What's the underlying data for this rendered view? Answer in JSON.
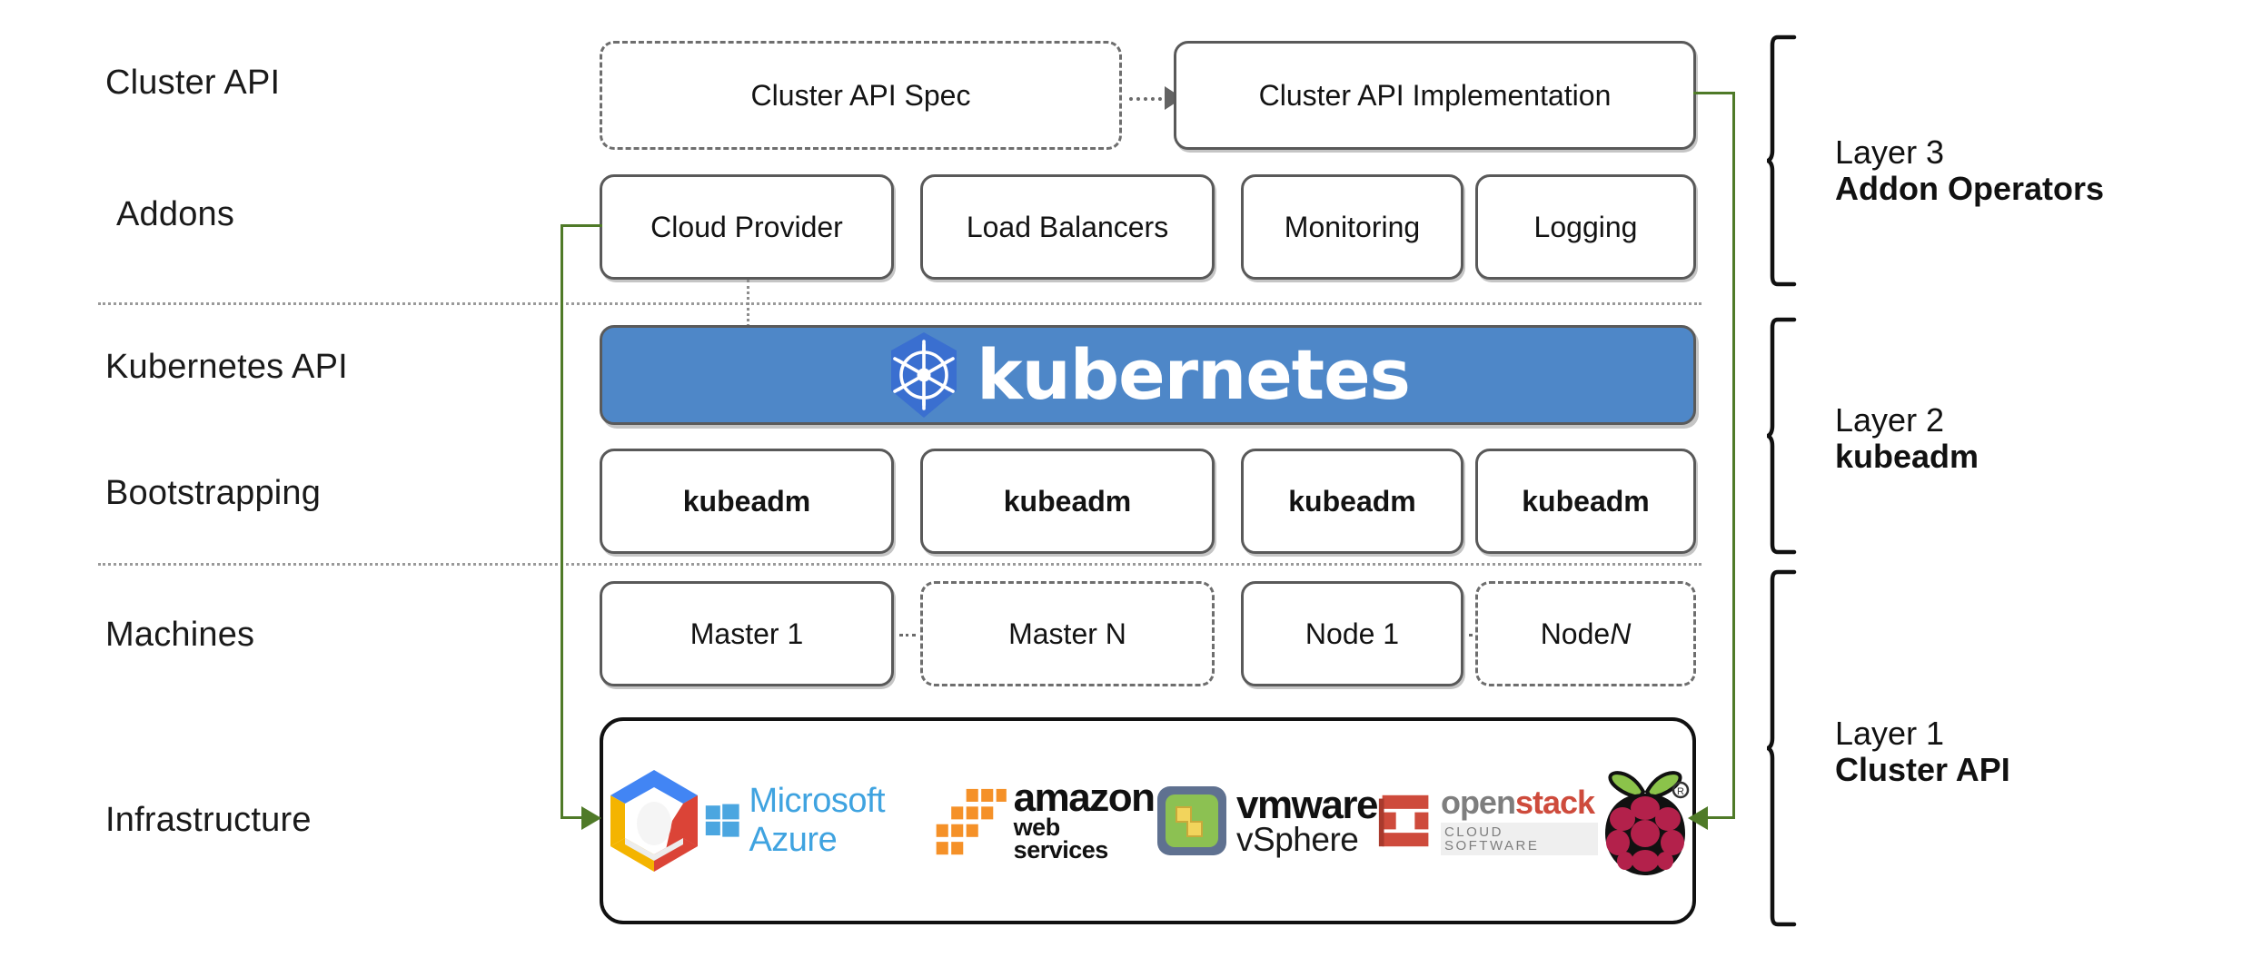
{
  "diagram": {
    "title": "Kubernetes Cluster API layered architecture",
    "accent_green": "#4f7a28",
    "k8s_blue": "#4E87C8",
    "k8s_logo_blue": "#3A6FD0"
  },
  "row_labels": [
    {
      "id": "cluster-api",
      "text": "Cluster API"
    },
    {
      "id": "addons",
      "text": "Addons"
    },
    {
      "id": "kubernetes-api",
      "text": "Kubernetes API"
    },
    {
      "id": "bootstrapping",
      "text": "Bootstrapping"
    },
    {
      "id": "machines",
      "text": "Machines"
    },
    {
      "id": "infrastructure",
      "text": "Infrastructure"
    }
  ],
  "cluster_api_row": {
    "spec": {
      "label": "Cluster API Spec",
      "border": "dashed"
    },
    "implementation": {
      "label": "Cluster API Implementation",
      "border": "solid"
    }
  },
  "addons_row": [
    {
      "label": "Cloud Provider"
    },
    {
      "label": "Load Balancers"
    },
    {
      "label": "Monitoring"
    },
    {
      "label": "Logging"
    }
  ],
  "kubernetes_banner": {
    "wordmark": "kubernetes",
    "logo_name": "kubernetes-helm-icon"
  },
  "bootstrapping_row": [
    {
      "label": "kubeadm"
    },
    {
      "label": "kubeadm"
    },
    {
      "label": "kubeadm"
    },
    {
      "label": "kubeadm"
    }
  ],
  "machines_row": [
    {
      "label": "Master 1",
      "border": "solid",
      "italic_suffix": ""
    },
    {
      "label": "Master N",
      "border": "dashed",
      "italic_suffix": ""
    },
    {
      "label": "Node 1",
      "border": "solid",
      "italic_suffix": ""
    },
    {
      "label": "Node ",
      "border": "dashed",
      "italic_suffix": "N"
    }
  ],
  "infrastructure_logos": [
    {
      "name": "google-cloud-platform-icon",
      "label": "Google Cloud Platform"
    },
    {
      "name": "microsoft-azure-logo",
      "label": "Microsoft Azure"
    },
    {
      "name": "amazon-web-services-logo",
      "label": "amazon web services"
    },
    {
      "name": "vmware-vsphere-logo",
      "label": "vmware vSphere"
    },
    {
      "name": "openstack-logo",
      "label": "openstack CLOUD SOFTWARE"
    },
    {
      "name": "raspberry-pi-logo",
      "label": "Raspberry Pi"
    }
  ],
  "logo_text": {
    "azure": "Microsoft Azure",
    "aws_top": "amazon",
    "aws_bottom": "web services",
    "vmware_top": "vmware",
    "vmware_bottom": "vSphere",
    "openstack_open": "open",
    "openstack_stack": "stack",
    "openstack_tagline": "CLOUD SOFTWARE"
  },
  "layers": [
    {
      "id": "layer-3",
      "top": "Layer 3",
      "bottom": "Addon Operators"
    },
    {
      "id": "layer-2",
      "top": "Layer 2",
      "bottom": "kubeadm"
    },
    {
      "id": "layer-1",
      "top": "Layer 1",
      "bottom": "Cluster API"
    }
  ]
}
